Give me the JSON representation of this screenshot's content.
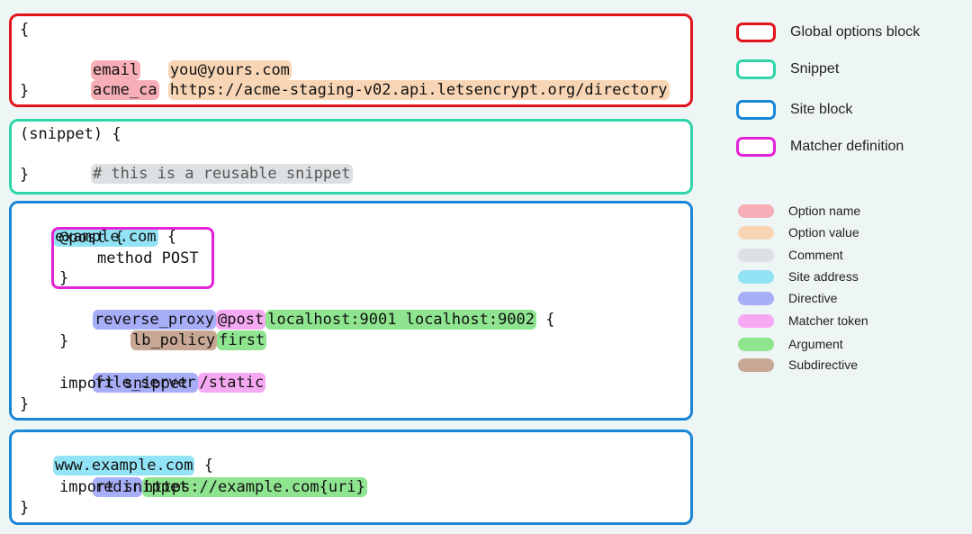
{
  "colors": {
    "global_options": "#e3131c",
    "snippet": "#2fd6a9",
    "site": "#1a86d8",
    "matcher_def": "#e323d5",
    "option_name": "#f7aeb7",
    "option_value": "#f8d6b5",
    "comment": "#dde0e2",
    "site_address": "#93e3f6",
    "directive": "#a7aef8",
    "matcher_token": "#f5a9f2",
    "argument": "#8fe48f",
    "subdirective": "#c9a795"
  },
  "global": {
    "open": "{",
    "email_key": "email",
    "email_val": "you@yours.com",
    "acme_key": "acme_ca",
    "acme_val": "https://acme-staging-v02.api.letsencrypt.org/directory",
    "close": "}"
  },
  "snippet": {
    "header": "(snippet) {",
    "comment": "# this is a reusable snippet",
    "close": "}"
  },
  "site1": {
    "address": "example.com",
    "open": "{",
    "matcher_open": "@post {",
    "matcher_line": "method POST",
    "matcher_close": "}",
    "rp_directive": "reverse_proxy",
    "rp_matcher": "@post",
    "rp_args": "localhost:9001 localhost:9002",
    "rp_open": "{",
    "lb_sub": "lb_policy",
    "lb_arg": "first",
    "rp_close": "}",
    "fs_directive": "file_server",
    "fs_matcher": "/static",
    "import": "import snippet",
    "close": "}"
  },
  "site2": {
    "address": "www.example.com",
    "open": "{",
    "redir_directive": "redir",
    "redir_arg": "https://example.com{uri}",
    "import": "import snippet",
    "close": "}"
  },
  "legend_blocks": [
    "Global options block",
    "Snippet",
    "Site block",
    "Matcher definition"
  ],
  "legend_tokens": [
    "Option name",
    "Option value",
    "Comment",
    "Site address",
    "Directive",
    "Matcher token",
    "Argument",
    "Subdirective"
  ]
}
